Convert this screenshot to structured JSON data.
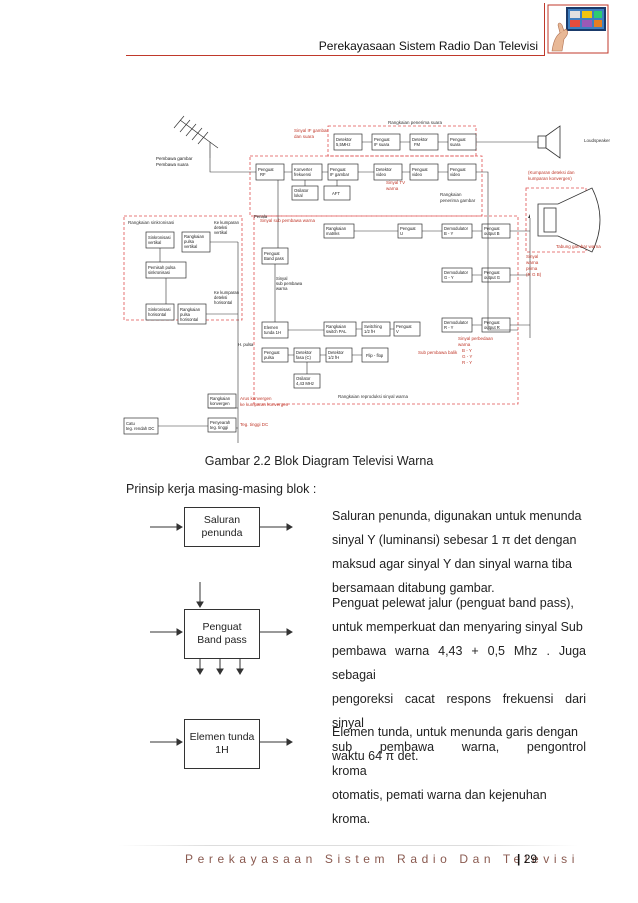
{
  "header": {
    "title": "Perekayasaan Sistem Radio Dan Televisi"
  },
  "diagram": {
    "labels": {
      "antenna": "Pembawa gambar\nPembawa suara",
      "if_signal": "Sinyal IF gambar\ndan suara",
      "sound_receiver": "Rangkaian penerima suara",
      "det_55": "Detektor\n5,5MHz",
      "amp_if_sound": "Penguat\nIF suara",
      "det_fm": "Detektor\nFM",
      "amp_sound": "Penguat\nsuara",
      "loudspeaker": "Loudspeaker",
      "rf_amp": "Penguat\nRF",
      "converter": "Konverter\nfrekuensi",
      "if_pic_amp": "Penguat\nIF gambar",
      "det_video": "Detektor\nvideo",
      "video_amp1": "Penguat\nvideo",
      "video_amp2": "Penguat\nvideo",
      "local_osc": "Osilator\nlokal",
      "aft": "AFT",
      "tv_signal": "Sinyal TV\nwarna",
      "picture_receiver": "Rangkaian\npenerima gambar",
      "tuner": "Penala",
      "sync_circuit": "Rangkaian sinkronisasi",
      "sync_v": "Sinkronisasi\nvertikal",
      "pulse_v": "Rangkaian\npulsa\nvertikal",
      "to_v_coil": "Ke kumparan\ndeteksi\nvertikal",
      "sync_sep": "Pemisah pulsa\nsinkronisasi",
      "to_h_coil": "Ke kumparan\ndeteksi\nhorisontal",
      "sync_h": "Sinkronisasi\nhorisontal",
      "pulse_h": "Rangkaian\npulsa\nhorisontal",
      "subcarrier": "Sinyal sub pembawa warna",
      "band_amp": "Penguat\nBand pass",
      "sub_sig": "Sinyal\nsub pembawa\nwarna",
      "delay": "Elemen\ntunda 1H",
      "matrix": "Rangkaian\nmatriks",
      "pal_switch": "Rangkaian\nswitch PAL",
      "amp_u": "Penguat\nU",
      "amp_v": "Penguat\nV",
      "demod_by": "Demodulator\nB - Y",
      "demod_gy": "Demodulator\nG - Y",
      "demod_ry": "Demodulator\nR - Y",
      "out_b": "Penguat\noutput B",
      "out_g": "Penguat\noutput G",
      "out_r": "Penguat\noutput R",
      "pulse_amp": "Penguat\npulsa",
      "phase_det": "Detektor\nfasa (C)",
      "half_h": "Switching\n1/2 fH",
      "flipflop": "Flip - flop",
      "osc443": "Osilator\n4,43 MHz",
      "h_pulse": "H. pulsa",
      "sub_back": "Sub pembawa balik",
      "color_repro": "Rangkaian reproduksi sinyal warna",
      "rgb": "Sinyal\nwarna\nprima\n(R G B)",
      "diff": "Sinyal perbedaan\nwarna\nB - Y\nG - Y\nR - Y",
      "crt": "Tabung gambar warna",
      "to_coil": "(Kumparan deteksi dan\nkumparan konvergen)",
      "conv": "Rangkaian\nkonvergen",
      "conv_out": "Arus konvergen\nke kumparan konvergen",
      "hv": "Penyearah\ntegangan\ntinggi",
      "hv_out": "Teg. tinggi DC",
      "power": "Catu\nteg. rendah DC"
    }
  },
  "caption": "Gambar 2.2 Blok Diagram Televisi Warna",
  "intro": "Prinsip kerja masing-masing blok :",
  "blocks": [
    {
      "label": "Saluran\npenunda"
    },
    {
      "label": "Penguat\nBand pass"
    },
    {
      "label": "Elemen tunda\n1H"
    }
  ],
  "paragraphs": [
    {
      "lines": [
        "Saluran penunda, digunakan untuk menunda",
        "sinyal Y (luminansi) sebesar 1 π det dengan",
        "maksud agar sinyal Y dan sinyal warna tiba",
        "bersamaan ditabung gambar."
      ]
    },
    {
      "lines": [
        "Penguat pelewat jalur (penguat band pass),",
        "untuk memperkuat dan menyaring sinyal Sub",
        "pembawa warna 4,43 + 0,5 Mhz . Juga sebagai",
        "pengoreksi cacat respons frekuensi dari sinyal",
        "sub pembawa warna, pengontrol kroma",
        "otomatis, pemati warna dan kejenuhan kroma."
      ]
    },
    {
      "lines": [
        "Elemen tunda, untuk menunda garis dengan",
        "waktu 64 π det."
      ]
    }
  ],
  "footer": {
    "text": "Perekayasaan Sistem Radio Dan Televisi",
    "separator": "|",
    "page": "29"
  },
  "colors": {
    "accent_red": "#c0392b",
    "dashed_red": "#e05050",
    "footer_text": "#8a5a50"
  }
}
